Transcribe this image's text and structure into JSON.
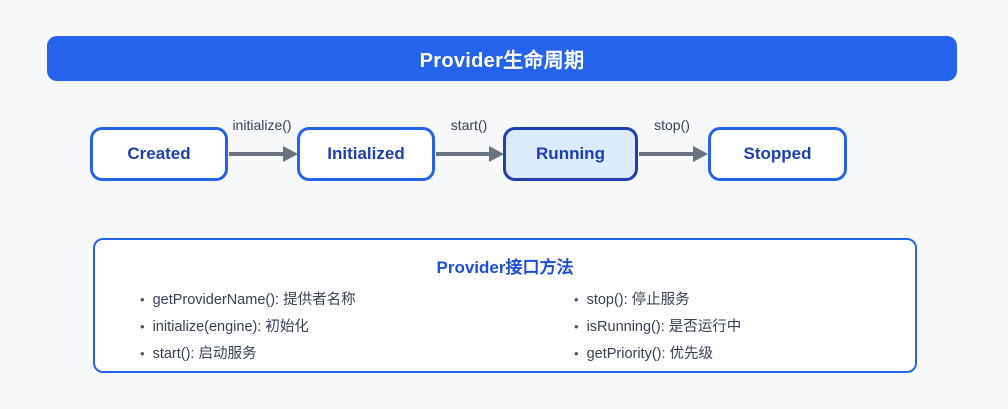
{
  "page": {
    "background_color": "#f7f8fa"
  },
  "header": {
    "title": "Provider生命周期",
    "background_color": "#2563eb",
    "text_color": "#ffffff"
  },
  "lifecycle": {
    "states": [
      {
        "label": "Created",
        "active": false
      },
      {
        "label": "Initialized",
        "active": false
      },
      {
        "label": "Running",
        "active": true
      },
      {
        "label": "Stopped",
        "active": false
      }
    ],
    "transitions": [
      {
        "label": "initialize()",
        "from": "Created",
        "to": "Initialized"
      },
      {
        "label": "start()",
        "from": "Initialized",
        "to": "Running"
      },
      {
        "label": "stop()",
        "from": "Running",
        "to": "Stopped"
      }
    ],
    "colors": {
      "state_border": "#2563eb",
      "state_text": "#1e40af",
      "active_state_fill": "#dbeafe",
      "active_state_border": "#1e40af",
      "arrow": "#6b7280",
      "transition_label_text": "#374151"
    }
  },
  "interface_panel": {
    "title": "Provider接口方法",
    "title_color": "#1d4ed8",
    "border_color": "#2563eb",
    "columns": [
      {
        "items": [
          "getProviderName(): 提供者名称",
          "initialize(engine): 初始化",
          "start(): 启动服务"
        ]
      },
      {
        "items": [
          "stop(): 停止服务",
          "isRunning(): 是否运行中",
          "getPriority(): 优先级"
        ]
      }
    ]
  }
}
